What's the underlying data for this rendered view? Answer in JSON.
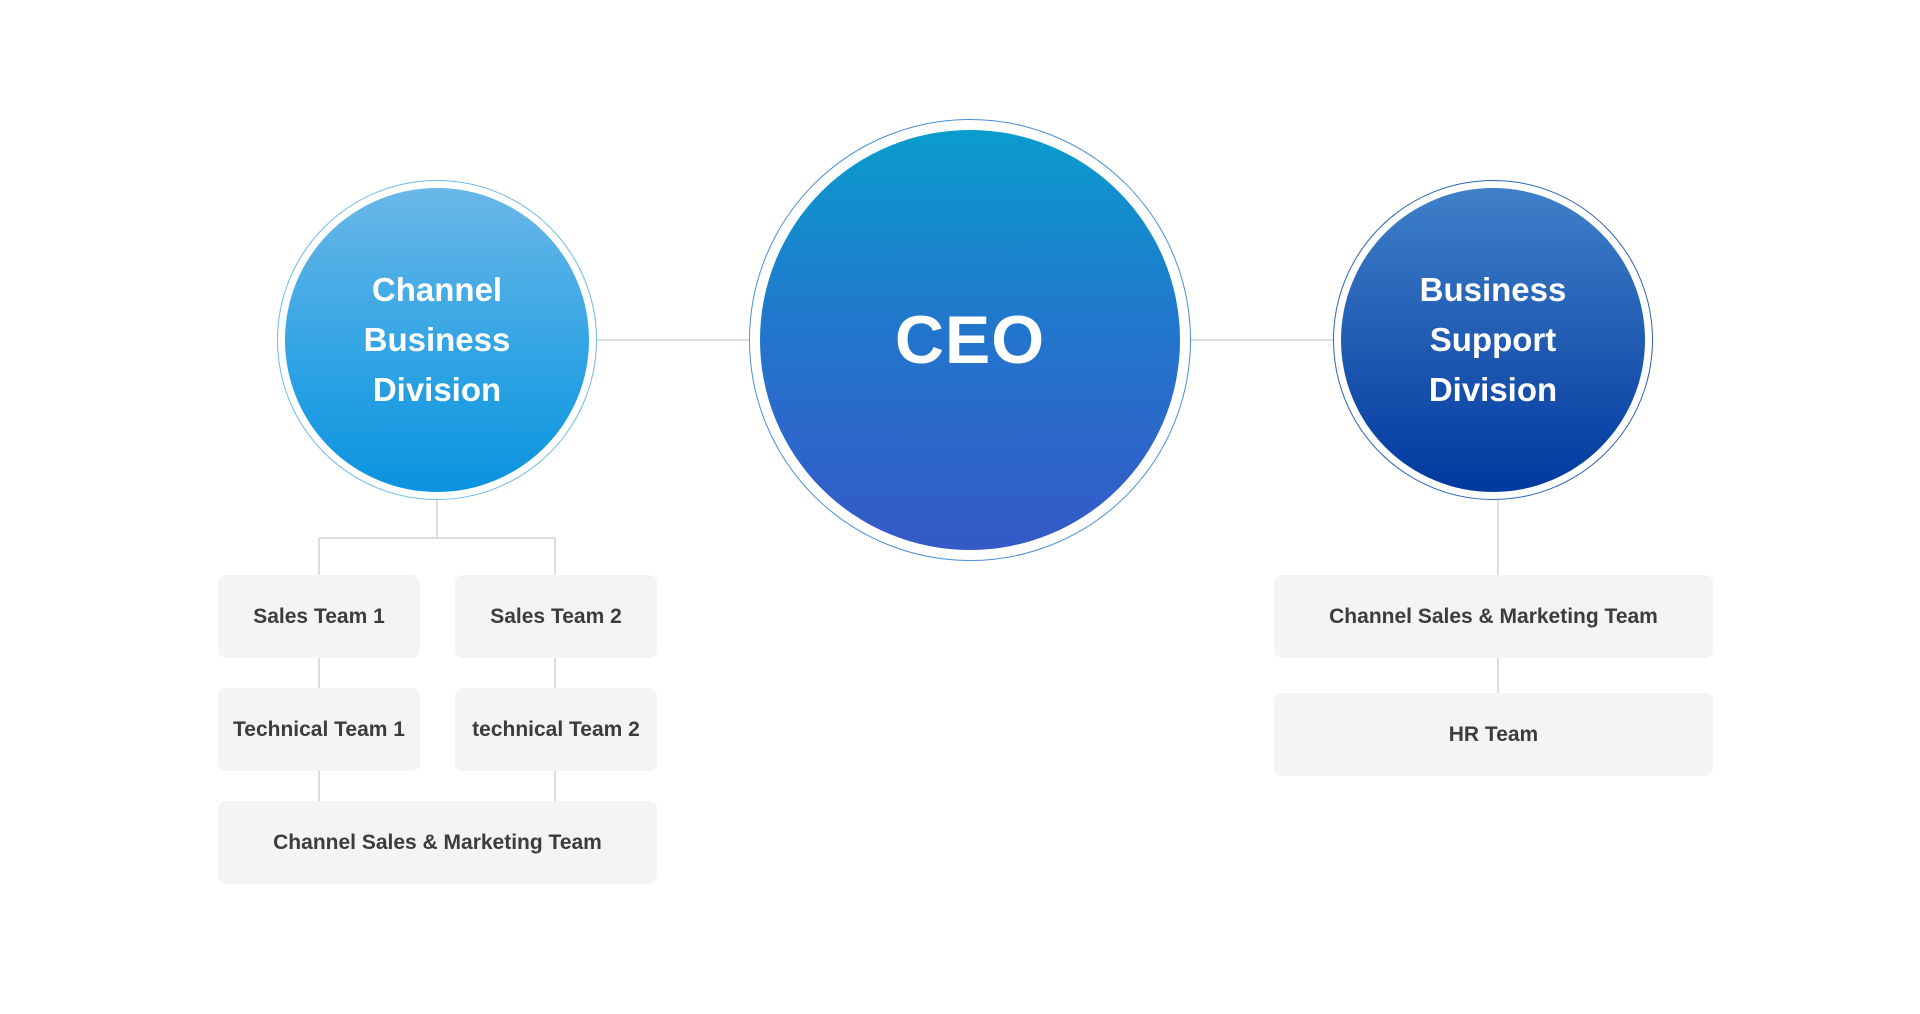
{
  "ceo": {
    "label": "CEO"
  },
  "left_division": {
    "label": "Channel Business Division",
    "teams": {
      "sales_1": "Sales Team 1",
      "sales_2": "Sales Team 2",
      "technical_1": "Technical Team 1",
      "technical_2": "technical Team 2",
      "channel_sales_marketing": "Channel Sales & Marketing Team"
    }
  },
  "right_division": {
    "label": "Business Support Division",
    "teams": {
      "channel_sales_marketing": "Channel Sales & Marketing Team",
      "hr": "HR Team"
    }
  },
  "colors": {
    "line": "#dcdde2",
    "box_bg": "#f4f4f6",
    "box_text": "#3c3c3c",
    "ceo_top": "#0a9ccd",
    "ceo_bottom": "#3559c8",
    "left_top": "#6ab7e8",
    "left_bottom": "#0a93df",
    "right_top": "#3f80c9",
    "right_bottom": "#00399f"
  }
}
